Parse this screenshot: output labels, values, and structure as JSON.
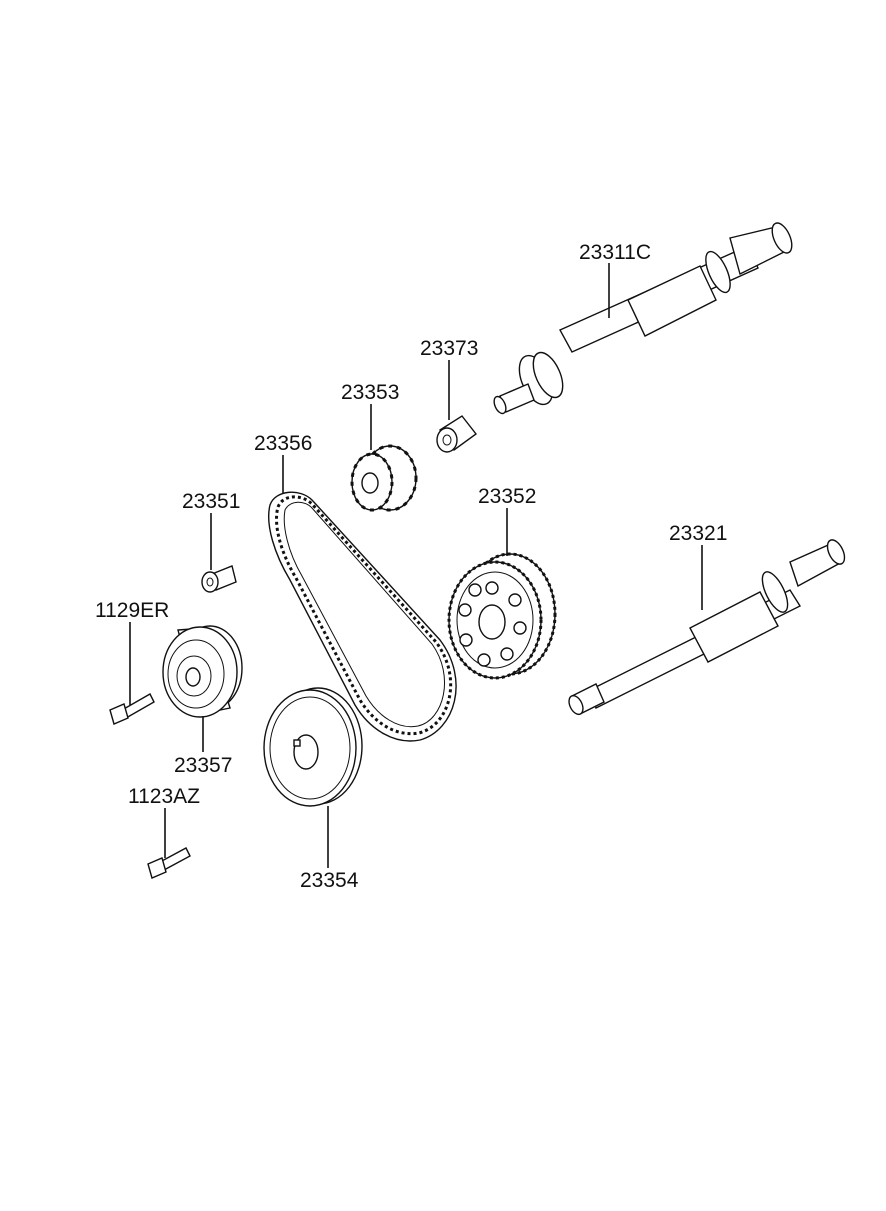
{
  "parts": [
    {
      "id": "camshaft",
      "number": "23311C"
    },
    {
      "id": "bush",
      "number": "23373"
    },
    {
      "id": "crank-sprocket",
      "number": "23353"
    },
    {
      "id": "timing-belt",
      "number": "23356"
    },
    {
      "id": "cam-pulley",
      "number": "23352"
    },
    {
      "id": "shaft",
      "number": "23321"
    },
    {
      "id": "bolt-small",
      "number": "23351"
    },
    {
      "id": "bolt-idler",
      "number": "1129ER"
    },
    {
      "id": "idler",
      "number": "23357"
    },
    {
      "id": "bolt-flange",
      "number": "1123AZ"
    },
    {
      "id": "flange",
      "number": "23354"
    }
  ]
}
